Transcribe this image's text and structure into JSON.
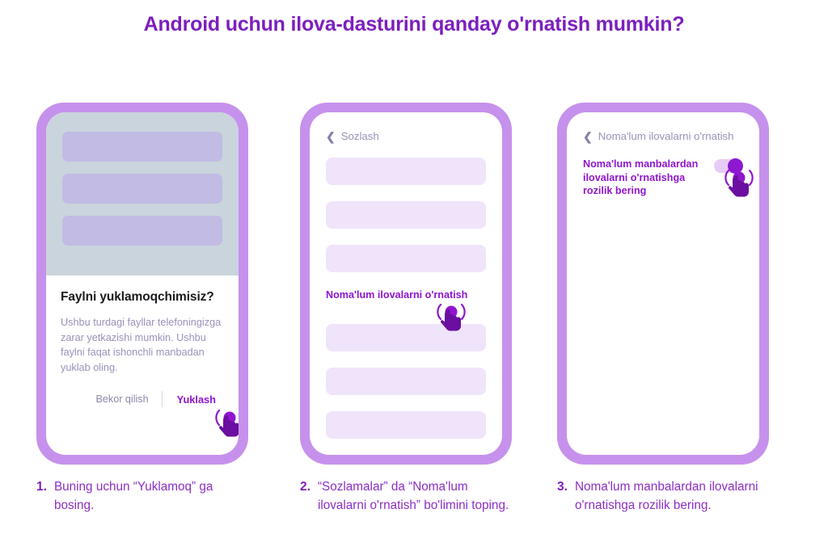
{
  "title": "Android uchun ilova-dasturini qanday o'rnatish mumkin?",
  "colors": {
    "brand_purple": "#7d1fbe",
    "accent_purple": "#9015cf",
    "frame_purple": "#c691ec",
    "placeholder_lilac": "#f0e4fb",
    "placeholder_grey_purple": "#c2bbe4",
    "browser_grey": "#c9d4dc",
    "muted_text": "#9c90ba",
    "toggle_track": "#e6cbf7",
    "toggle_knob": "#8d18d0"
  },
  "steps": [
    {
      "number": "1.",
      "caption": "Buning uchun “Yuklamoq” ga bosing.",
      "screen": {
        "kind": "download-dialog",
        "dialog_title": "Faylni yuklamoqchimisiz?",
        "dialog_body": "Ushbu turdagi fayllar telefoningizga zarar yetkazishi mumkin. Ushbu faylni faqat ishonchli manbadan yuklab oling.",
        "cancel_label": "Bekor qilish",
        "confirm_label": "Yuklash",
        "placeholder_bars": 3
      }
    },
    {
      "number": "2.",
      "caption": "“Sozlamalar” da “Noma'lum ilovalarni o'rnatish” bo'limini toping.",
      "screen": {
        "kind": "settings-list",
        "back_label": "Sozlash",
        "back_icon": "chevron-left-icon",
        "setting_label": "Noma'lum ilovalarni o'rnatish",
        "bars_above": 3,
        "bars_below": 3
      }
    },
    {
      "number": "3.",
      "caption": "Noma'lum manbalardan ilovalarni o'rnatishga rozilik bering.",
      "screen": {
        "kind": "permission-toggle",
        "back_label": "Noma'lum ilovalarni o'rnatish",
        "back_icon": "chevron-left-icon",
        "toggle_label": "Noma'lum manbalardan ilovalarni o'rnatishga rozilik bering",
        "toggle_state": "on"
      }
    }
  ],
  "icons": {
    "tap": "tap-gesture-icon"
  }
}
